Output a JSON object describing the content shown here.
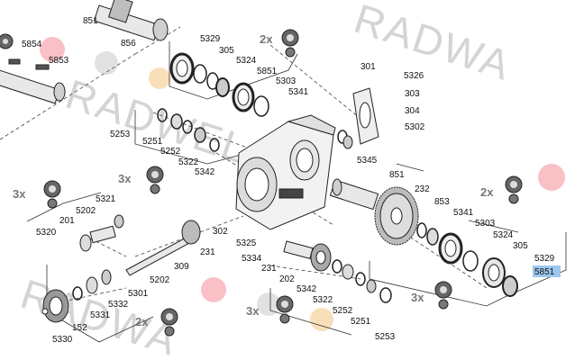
{
  "watermark": {
    "text_top": "RADWA",
    "text_mid": "RADWEL",
    "text_bottom": "RADWA",
    "dots": [
      "#f6a7ae",
      "#d9d9d9",
      "#f8d7a8"
    ]
  },
  "multipliers": {
    "m2x_top": "2x",
    "m3x_left": "3x",
    "m3x_mid": "3x",
    "m2x_right": "2x",
    "m3x_bottom": "3x",
    "m2x_bottom": "2x",
    "m3x_center": "3x"
  },
  "labels": {
    "l851_top": "851",
    "l856": "856",
    "l5854": "5854",
    "l5853": "5853",
    "l5329_top": "5329",
    "l305_top": "305",
    "l5324_top": "5324",
    "l5851_top": "5851",
    "l5303_top": "5303",
    "l5341_top": "5341",
    "l301": "301",
    "l5326": "5326",
    "l303": "303",
    "l304": "304",
    "l5302": "5302",
    "l5253_mid": "5253",
    "l5251_mid": "5251",
    "l5252_mid": "5252",
    "l5322_mid": "5322",
    "l5342_mid": "5342",
    "l5345": "5345",
    "l851_right": "851",
    "l232": "232",
    "l853": "853",
    "l5341_right": "5341",
    "l5303_right": "5303",
    "l5324_right": "5324",
    "l305_right": "305",
    "l5329_right": "5329",
    "l5851_right": "5851",
    "l5321": "5321",
    "l5202_left": "5202",
    "l201": "201",
    "l5320": "5320",
    "l302": "302",
    "l5325": "5325",
    "l231_left": "231",
    "l309": "309",
    "l5202_bottom": "5202",
    "l5334": "5334",
    "l231_mid": "231",
    "l202": "202",
    "l5342_bottom": "5342",
    "l5322_bottom": "5322",
    "l5252_bottom": "5252",
    "l5251_bottom": "5251",
    "l5253_bottom": "5253",
    "l5301": "5301",
    "l5332": "5332",
    "l5331": "5331",
    "l152": "152",
    "l5330": "5330"
  },
  "highlight": {
    "label": "l5851_right",
    "color": "#9cc8ee"
  }
}
